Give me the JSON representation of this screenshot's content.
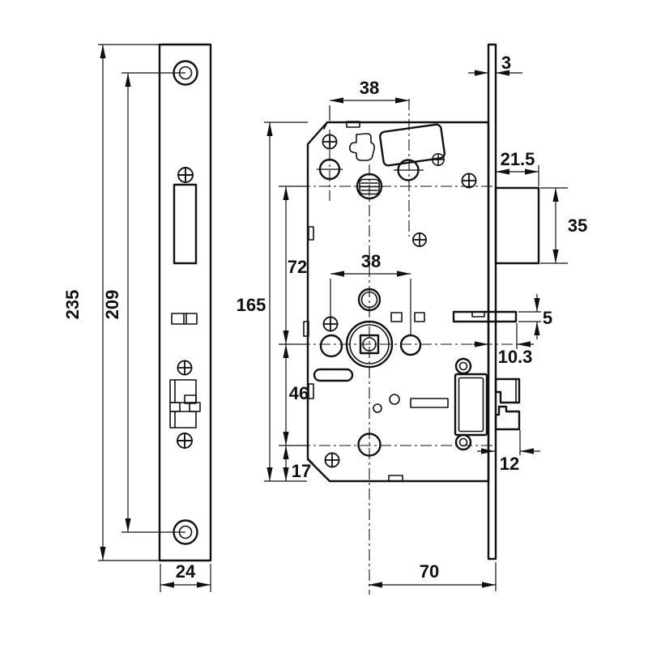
{
  "drawing": {
    "type": "mortise-lock dimensional drawing",
    "colors": {
      "ink": "#111111",
      "paper": "#ffffff"
    }
  },
  "dimensions": {
    "faceplate_height": "235",
    "fixing_hole_spacing": "209",
    "faceplate_width": "24",
    "case_height": "165",
    "cylinder_to_spindle": "72",
    "spindle_to_deadbolt": "46",
    "deadbolt_to_bottom": "17",
    "top_hole_spacing": "38",
    "handle_hole_spacing": "38",
    "backset": "70",
    "faceplate_thickness": "3",
    "latch_bolt_depth": "21.5",
    "latch_bolt_height": "35",
    "aux_bolt_height": "5",
    "latch_throw": "10.3",
    "deadbolt_throw": "12"
  }
}
